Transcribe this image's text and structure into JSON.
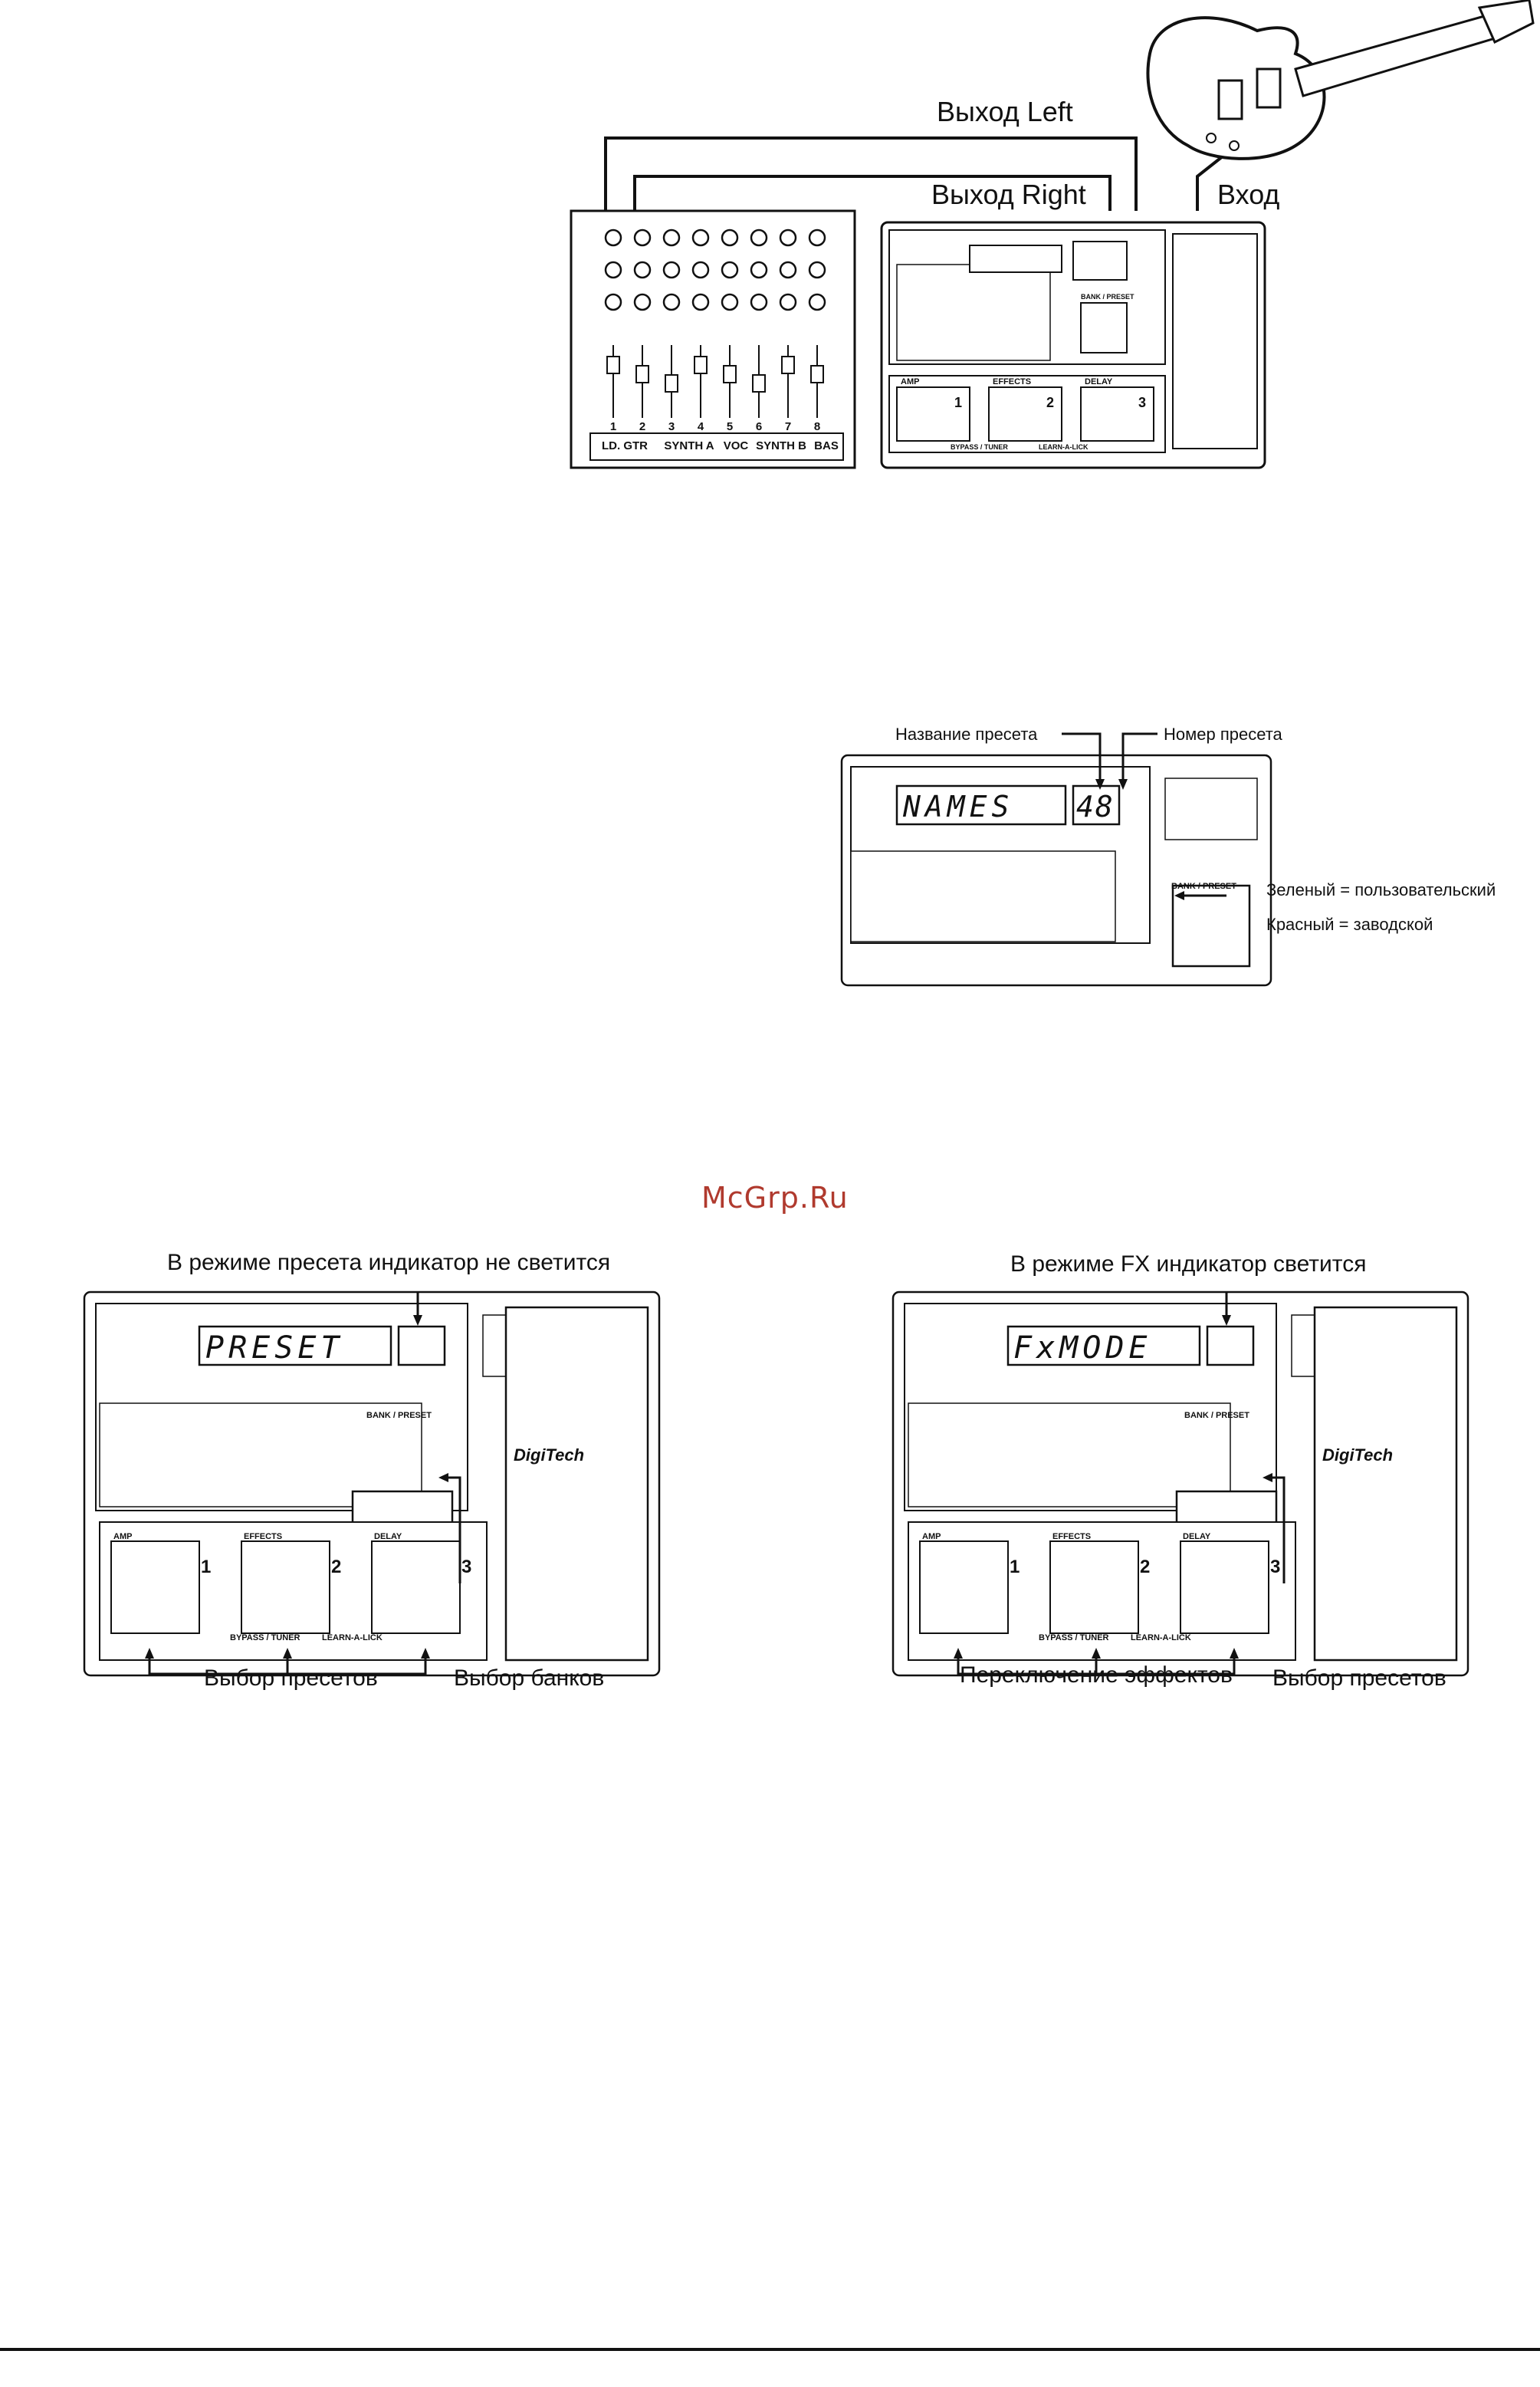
{
  "top_diagram": {
    "output_left": "Выход Left",
    "output_right": "Выход Right",
    "input": "Вход",
    "mixer_channels": [
      "1",
      "2",
      "3",
      "4",
      "5",
      "6",
      "7",
      "8"
    ],
    "strip_labels": [
      "LD. GTR",
      "SYNTH A",
      "VOC",
      "SYNTH B",
      "BAS"
    ],
    "footswitches": [
      {
        "name": "AMP",
        "num": "1"
      },
      {
        "name": "EFFECTS",
        "num": "2"
      },
      {
        "name": "DELAY",
        "num": "3"
      }
    ],
    "bank_preset": "BANK / PRESET",
    "bypass_tuner": "BYPASS / TUNER",
    "learn_a_lick": "LEARN-A-LICK"
  },
  "display_diagram": {
    "preset_name_label": "Название пресета",
    "preset_number_label": "Номер пресета",
    "lcd_text": "NAMES",
    "lcd_number": "48",
    "green_label": "Зеленый = пользовательский",
    "red_label": "Красный = заводской",
    "bank_preset": "BANK / PRESET"
  },
  "watermark": "McGrp.Ru",
  "preset_mode": {
    "heading": "В режиме пресета индикатор не светится",
    "lcd_text": "PRESET",
    "select_presets": "Выбор пресетов",
    "select_banks": "Выбор банков",
    "bank_preset": "BANK / PRESET",
    "footswitches": [
      {
        "name": "AMP",
        "num": "1"
      },
      {
        "name": "EFFECTS",
        "num": "2"
      },
      {
        "name": "DELAY",
        "num": "3"
      }
    ],
    "bypass_tuner": "BYPASS / TUNER",
    "learn_a_lick": "LEARN-A-LICK",
    "brand": "DigiTech"
  },
  "fx_mode": {
    "heading": "В режиме FX индикатор светится",
    "lcd_text": "FxMODE",
    "switch_effects": "Переключение эффектов",
    "select_presets": "Выбор пресетов",
    "bank_preset": "BANK / PRESET",
    "footswitches": [
      {
        "name": "AMP",
        "num": "1"
      },
      {
        "name": "EFFECTS",
        "num": "2"
      },
      {
        "name": "DELAY",
        "num": "3"
      }
    ],
    "bypass_tuner": "BYPASS / TUNER",
    "learn_a_lick": "LEARN-A-LICK",
    "brand": "DigiTech"
  }
}
